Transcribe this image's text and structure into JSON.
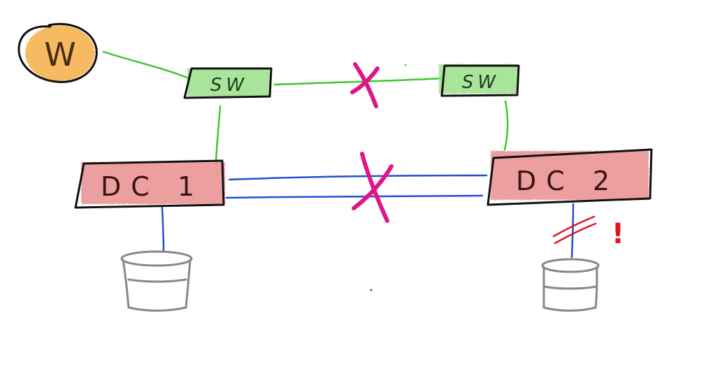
{
  "nodes": {
    "web": {
      "label": "W"
    },
    "switch_1": {
      "label": "SW"
    },
    "switch_2": {
      "label": "SW"
    },
    "dc_1": {
      "label": "DC 1"
    },
    "dc_2": {
      "label": "DC 2"
    }
  },
  "annotation": {
    "warning": "!"
  },
  "colors": {
    "web_fill": "#f5b047",
    "switch_fill": "#9be08a",
    "dc_fill": "#ea8f8f",
    "green_link": "#3cc82a",
    "blue_link": "#1f4fd6",
    "break_mark": "#e0158a",
    "storage_stroke": "#888888",
    "warning": "#e0141e",
    "outline": "#111111"
  }
}
